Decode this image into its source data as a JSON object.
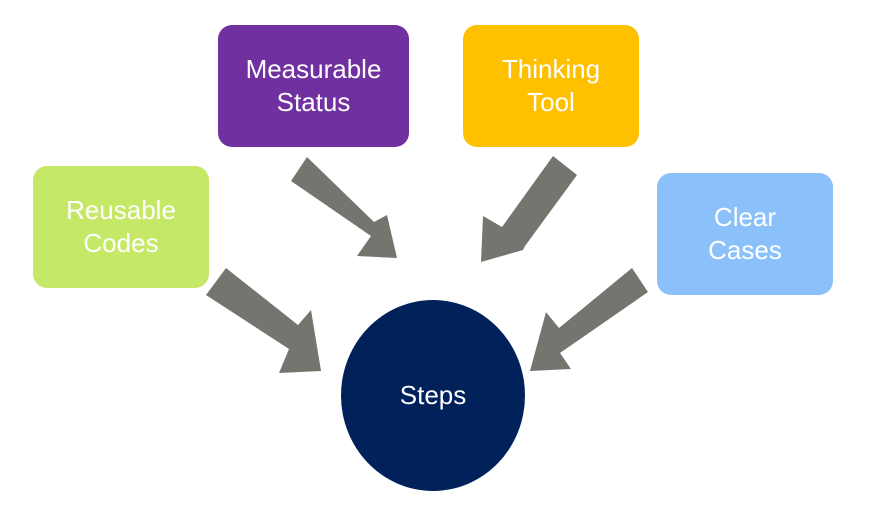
{
  "diagram": {
    "nodes": {
      "measurable": {
        "line1": "Measurable",
        "line2": "Status",
        "color": "#7030a0"
      },
      "thinking": {
        "line1": "Thinking",
        "line2": "Tool",
        "color": "#ffc000"
      },
      "reusable": {
        "line1": "Reusable",
        "line2": "Codes",
        "color": "#c5e866"
      },
      "clear": {
        "line1": "Clear",
        "line2": "Cases",
        "color": "#8bc1fb"
      },
      "steps": {
        "label": "Steps",
        "color": "#00215a"
      }
    },
    "arrow_color": "#75756f",
    "edges": [
      {
        "from": "measurable",
        "to": "steps"
      },
      {
        "from": "thinking",
        "to": "steps"
      },
      {
        "from": "reusable",
        "to": "steps"
      },
      {
        "from": "clear",
        "to": "steps"
      }
    ]
  }
}
